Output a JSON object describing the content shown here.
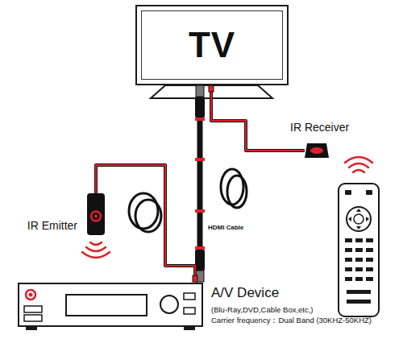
{
  "diagram": {
    "nodes": [
      {
        "text": [
          "TV"
        ]
      },
      {
        "text": [
          "IR Receiver"
        ]
      },
      {
        "text": [
          "IR Emitter"
        ]
      },
      {
        "text": [
          "A/V Device",
          "(Blu-Ray,DVD,Cable Box,etc,)",
          "Carrier frequency：Dual Band (30KHZ-50KHZ)"
        ]
      }
    ],
    "edges": [
      {
        "from": 0,
        "to": 3,
        "label": "HDMI Cable",
        "arrow": "none"
      },
      {
        "from": 1,
        "to": 0,
        "arrow": "none"
      },
      {
        "from": 2,
        "to": 3,
        "arrow": "none"
      }
    ]
  }
}
